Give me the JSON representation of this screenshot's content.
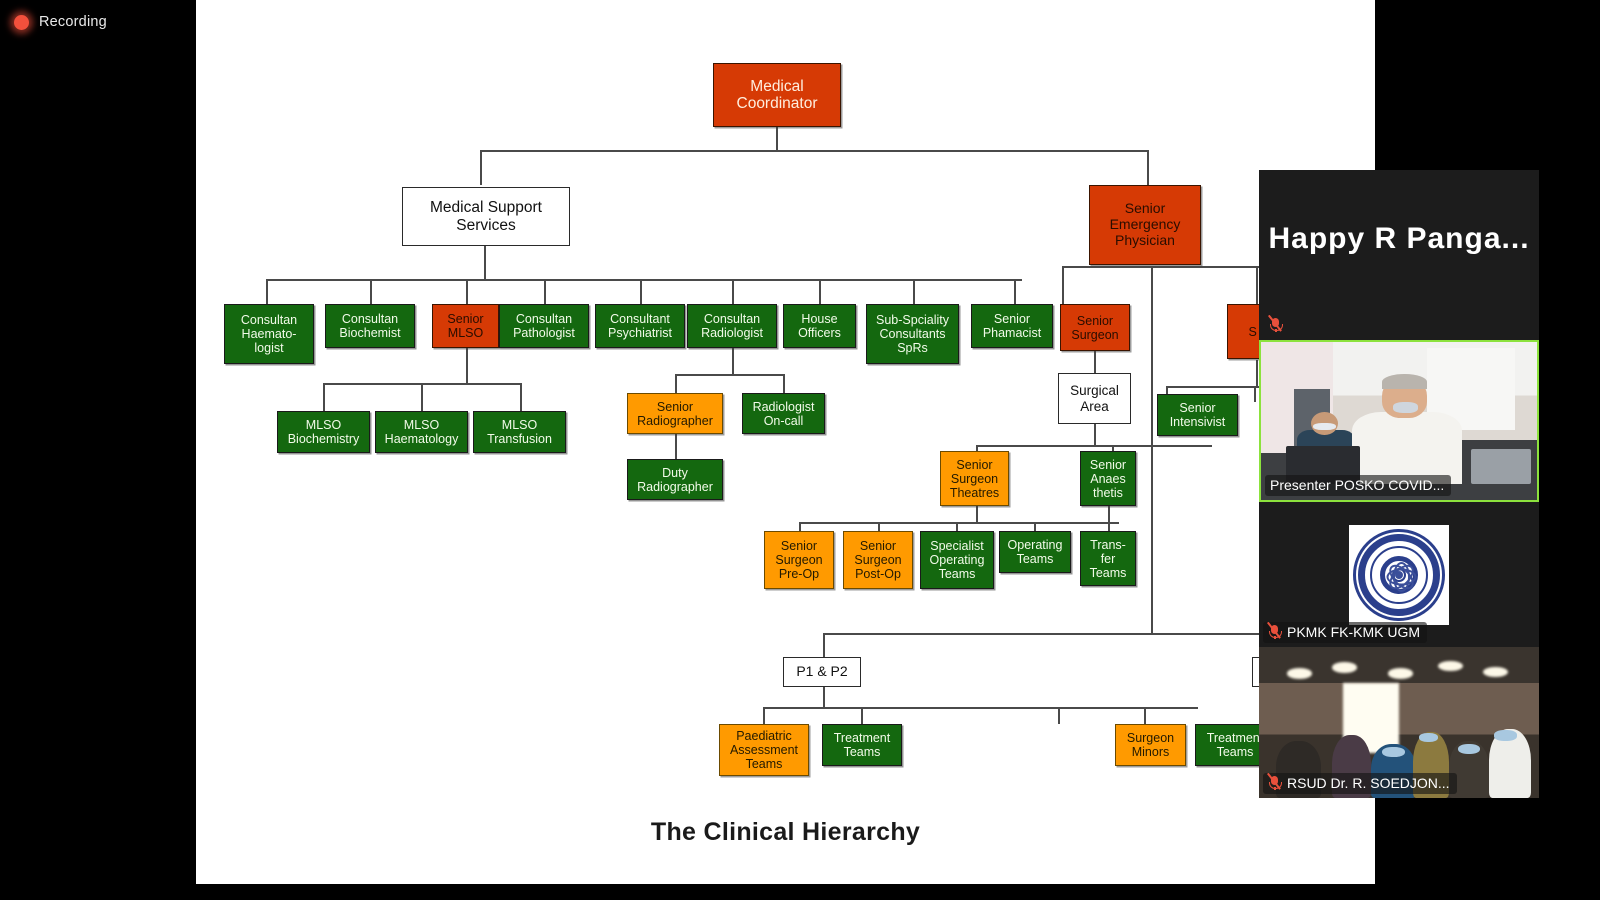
{
  "recording": {
    "label": "Recording",
    "dot_color": "#f2503c"
  },
  "colors": {
    "red": "#d63a05",
    "green": "#14680f",
    "orange": "#ff9a00",
    "white": "#ffffff",
    "line": "#4a4a4a",
    "active_speaker_border": "#8ce23d"
  },
  "slide": {
    "title": "The Clinical Hierarchy",
    "nodes": {
      "medical_coordinator": "Medical Coordinator",
      "medical_support_services": "Medical Support Services",
      "senior_emergency_physician": "Senior Emergency Physician",
      "consultan_haematologist": "Consultan Haemato-logist",
      "consultan_biochemist": "Consultan Biochemist",
      "senior_mlso": "Senior MLSO",
      "consultan_pathologist": "Consultan Pathologist",
      "consultant_psychiatrist": "Consultant Psychiatrist",
      "consultan_radiologist": "Consultan Radiologist",
      "house_officers": "House Officers",
      "sub_spciality_consultants": "Sub-Spciality Consultants SpRs",
      "senior_phamacist": "Senior Phamacist",
      "senior_surgeon": "Senior Surgeon",
      "senior_physician_partial": "S Ph",
      "mlso_biochemistry": "MLSO Biochemistry",
      "mlso_haematology": "MLSO Haematology",
      "mlso_transfusion": "MLSO Transfusion",
      "senior_radiographer": "Senior Radiographer",
      "radiologist_on_call": "Radiologist On-call",
      "duty_radiographer": "Duty Radiographer",
      "surgical_area": "Surgical Area",
      "senior_intensivist": "Senior Intensivist",
      "senior_surgeon_theatres": "Senior Surgeon Theatres",
      "senior_anaesthetis": "Senior Anaes thetis",
      "senior_surgeon_pre_op": "Senior Surgeon Pre-Op",
      "senior_surgeon_post_op": "Senior Surgeon Post-Op",
      "specialist_operating_teams": "Specialist Operating Teams",
      "operating_teams": "Operating Teams",
      "transfer_teams": "Trans- fer Teams",
      "p1_p2": "P1 & P2",
      "paediatric_assessment_teams": "Paediatric Assessment Teams",
      "treatment_teams_1": "Treatment Teams",
      "surgeon_minors": "Surgeon Minors",
      "treatment_teams_2": "Treatment Teams"
    }
  },
  "filmstrip": {
    "speaker": {
      "name": "Happy R Panga...",
      "muted": true
    },
    "tiles": [
      {
        "name": "Presenter POSKO COVID...",
        "muted": false,
        "active_speaker": true
      },
      {
        "name": "PKMK FK-KMK UGM",
        "muted": true,
        "active_speaker": false
      },
      {
        "name": "RSUD Dr. R. SOEDJON...",
        "muted": true,
        "active_speaker": false
      }
    ]
  }
}
